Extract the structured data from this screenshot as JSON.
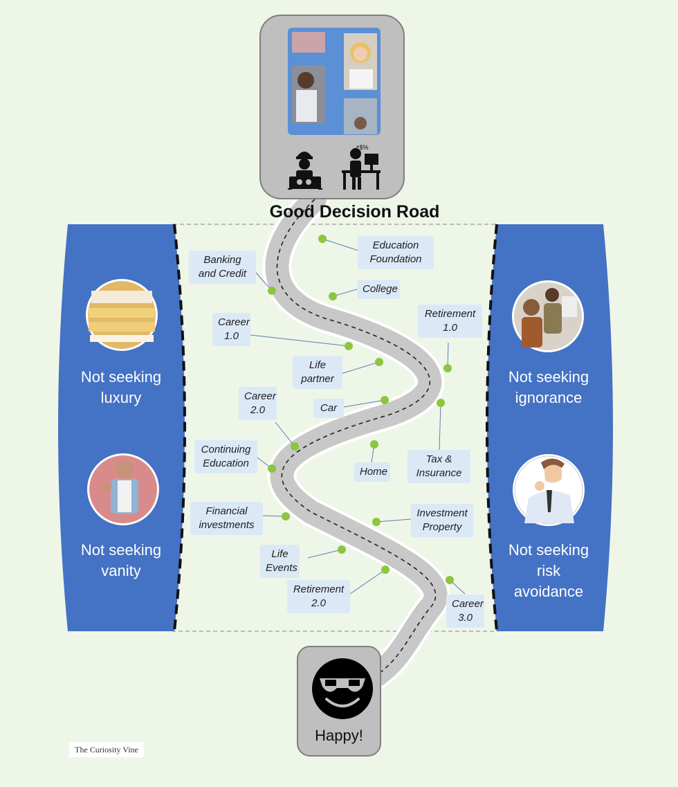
{
  "title": "Good Decision Road",
  "left_panel": {
    "items": [
      {
        "text": "Not seeking luxury",
        "line1": "Not seeking",
        "line2": "luxury",
        "line3": "",
        "icon": "luxury-bedroom-photo-icon"
      },
      {
        "text": "Not seeking vanity",
        "line1": "Not seeking",
        "line2": "vanity",
        "line3": "",
        "icon": "vain-man-photo-icon"
      }
    ]
  },
  "right_panel": {
    "items": [
      {
        "line1": "Not seeking",
        "line2": "ignorance",
        "line3": "",
        "icon": "arguing-women-photo-icon"
      },
      {
        "line1": "Not seeking",
        "line2": "risk",
        "line3": "avoidance",
        "icon": "worried-man-icon"
      }
    ]
  },
  "road_labels": [
    {
      "l1": "Education",
      "l2": "Foundation"
    },
    {
      "l1": "Banking",
      "l2": "and Credit"
    },
    {
      "l1": "College",
      "l2": ""
    },
    {
      "l1": "Retirement",
      "l2": "1.0"
    },
    {
      "l1": "Career",
      "l2": "1.0"
    },
    {
      "l1": "Life",
      "l2": "partner"
    },
    {
      "l1": "Career",
      "l2": "2.0"
    },
    {
      "l1": "Car",
      "l2": ""
    },
    {
      "l1": "Continuing",
      "l2": "Education"
    },
    {
      "l1": "Home",
      "l2": ""
    },
    {
      "l1": "Tax &",
      "l2": "Insurance"
    },
    {
      "l1": "Financial",
      "l2": "investments"
    },
    {
      "l1": "Investment",
      "l2": "Property"
    },
    {
      "l1": "Life",
      "l2": "Events"
    },
    {
      "l1": "Retirement",
      "l2": "2.0"
    },
    {
      "l1": "Career",
      "l2": "3.0"
    }
  ],
  "end": {
    "text": "Happy!",
    "icon": "cool-smiley-sunglasses-icon"
  },
  "start": {
    "icons": [
      "video-call-collage-photo-icon",
      "mechanic-worker-icon",
      "office-worker-icon"
    ]
  },
  "logo": "The Curiosity Vine",
  "colors": {
    "background": "#eef6e8",
    "panel_blue": "#4472c4",
    "label_bg": "#dbe9f7",
    "dot_green": "#8cc63f",
    "road_gray": "#c8c8c8",
    "box_gray": "#bfbfbf"
  }
}
